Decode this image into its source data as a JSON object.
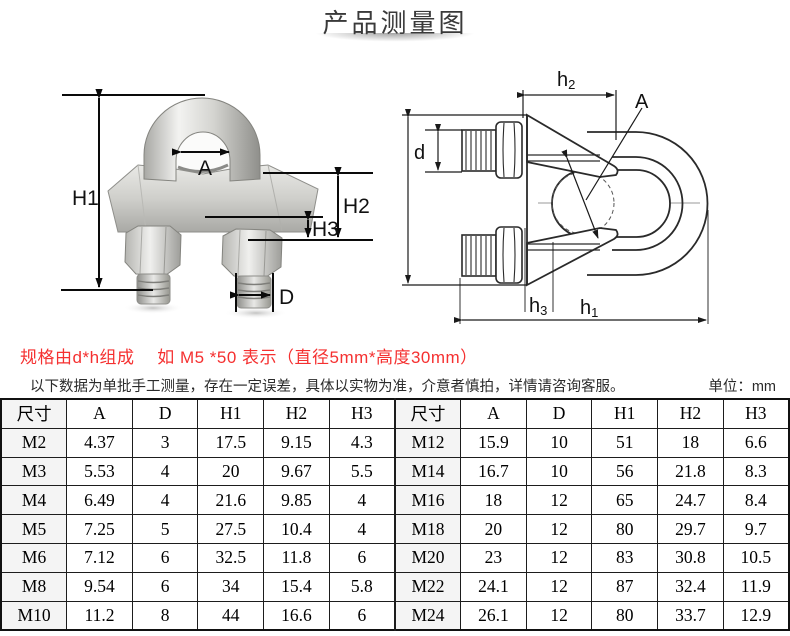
{
  "title": "产品测量图",
  "spec_note": "规格由d*h组成　 如  M5 *50 表示（直径5mm*高度30mm）",
  "disclaimer": "以下数据为单批手工测量，存在一定误差，具体以实物为准，介意者慎拍，详情请咨询客服。",
  "unit_label": "单位：mm",
  "colors": {
    "accent_red": "#f53030",
    "text_dark": "#2b2b2b",
    "table_border": "#1d1d1d",
    "shaded_cell": "#f4f4f4",
    "metal_light": "#efefec",
    "metal_dark": "#8a8a86"
  },
  "photo": {
    "labels": {
      "h1": "H1",
      "a": "A",
      "h2": "H2",
      "h3": "H3",
      "d": "D"
    }
  },
  "drawing": {
    "labels": {
      "h2": {
        "base": "h",
        "sub": "2"
      },
      "a": "A",
      "d": "d",
      "h3": {
        "base": "h",
        "sub": "3"
      },
      "h1": {
        "base": "h",
        "sub": "1"
      }
    }
  },
  "table": {
    "headers": [
      "尺寸",
      "A",
      "D",
      "H1",
      "H2",
      "H3"
    ],
    "left_rows": [
      [
        "M2",
        "4.37",
        "3",
        "17.5",
        "9.15",
        "4.3"
      ],
      [
        "M3",
        "5.53",
        "4",
        "20",
        "9.67",
        "5.5"
      ],
      [
        "M4",
        "6.49",
        "4",
        "21.6",
        "9.85",
        "4"
      ],
      [
        "M5",
        "7.25",
        "5",
        "27.5",
        "10.4",
        "4"
      ],
      [
        "M6",
        "7.12",
        "6",
        "32.5",
        "11.8",
        "6"
      ],
      [
        "M8",
        "9.54",
        "6",
        "34",
        "15.4",
        "5.8"
      ],
      [
        "M10",
        "11.2",
        "8",
        "44",
        "16.6",
        "6"
      ]
    ],
    "right_rows": [
      [
        "M12",
        "15.9",
        "10",
        "51",
        "18",
        "6.6"
      ],
      [
        "M14",
        "16.7",
        "10",
        "56",
        "21.8",
        "8.3"
      ],
      [
        "M16",
        "18",
        "12",
        "65",
        "24.7",
        "8.4"
      ],
      [
        "M18",
        "20",
        "12",
        "80",
        "29.7",
        "9.7"
      ],
      [
        "M20",
        "23",
        "12",
        "83",
        "30.8",
        "10.5"
      ],
      [
        "M22",
        "24.1",
        "12",
        "87",
        "32.4",
        "11.9"
      ],
      [
        "M24",
        "26.1",
        "12",
        "80",
        "33.7",
        "12.9"
      ]
    ]
  }
}
